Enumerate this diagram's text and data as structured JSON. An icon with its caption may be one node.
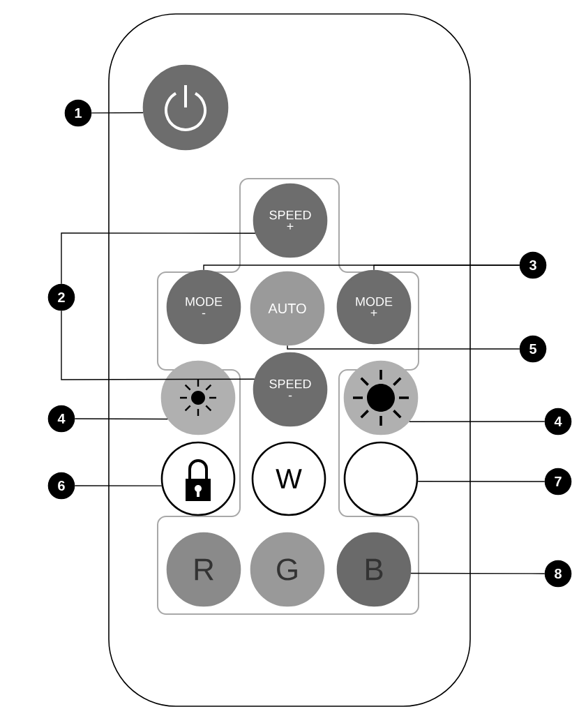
{
  "diagram": {
    "nodes": [
      {
        "text": [
          "1"
        ]
      },
      {
        "text": [],
        "shape": "circle"
      },
      {
        "text": [
          "2"
        ]
      },
      {
        "text": [
          "SPEED",
          "+"
        ]
      },
      {
        "text": [
          "3"
        ]
      },
      {
        "text": [
          "MODE",
          "-"
        ]
      },
      {
        "text": [
          "AUTO"
        ]
      },
      {
        "text": [
          "MODE",
          "+"
        ]
      },
      {
        "text": [
          "5"
        ]
      },
      {
        "text": [
          "4"
        ]
      },
      {
        "text": [],
        "shape": "circle"
      },
      {
        "text": [
          "SPEED",
          "-"
        ]
      },
      {
        "text": [],
        "shape": "circle"
      },
      {
        "text": [
          "4"
        ]
      },
      {
        "text": [
          "6"
        ]
      },
      {
        "text": [],
        "shape": "circle"
      },
      {
        "text": [
          "W"
        ]
      },
      {
        "text": [],
        "shape": "circle"
      },
      {
        "text": [
          "7"
        ]
      },
      {
        "text": [
          "R"
        ]
      },
      {
        "text": [
          "G"
        ]
      },
      {
        "text": [
          "B"
        ]
      },
      {
        "text": [
          "8"
        ]
      }
    ],
    "edges": [
      {
        "from": 0,
        "to": 1,
        "arrow": "none"
      },
      {
        "from": 2,
        "to": 3,
        "arrow": "none"
      },
      {
        "from": 2,
        "to": 11,
        "arrow": "none"
      },
      {
        "from": 4,
        "to": 5,
        "arrow": "none"
      },
      {
        "from": 4,
        "to": 7,
        "arrow": "none"
      },
      {
        "from": 8,
        "to": 6,
        "arrow": "none"
      },
      {
        "from": 9,
        "to": 10,
        "arrow": "none"
      },
      {
        "from": 13,
        "to": 12,
        "arrow": "none"
      },
      {
        "from": 14,
        "to": 15,
        "arrow": "none"
      },
      {
        "from": 18,
        "to": 17,
        "arrow": "none"
      },
      {
        "from": 22,
        "to": 21,
        "arrow": "none"
      }
    ]
  }
}
